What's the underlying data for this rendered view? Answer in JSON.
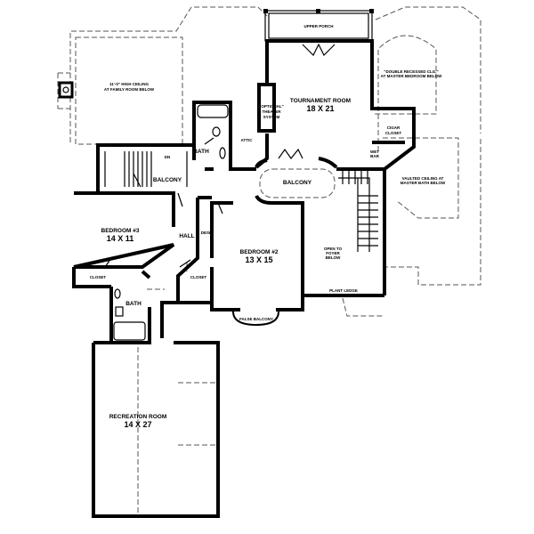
{
  "plan": {
    "upper_porch": "UPPER PORCH",
    "family_ceiling": [
      "11'-0\" HIGH CEILING",
      "AT FAMILY ROOM BELOW"
    ],
    "tournament_room": {
      "name": "TOURNAMENT ROOM",
      "size": "18 X 21"
    },
    "theater": [
      "\"OPTIONAL\"",
      "THEATER",
      "SYSTEM"
    ],
    "master_bedroom_clg": [
      "\"DOUBLE RECESSED CLG.\"",
      "AT MASTER BEDROOM BELOW"
    ],
    "cigar_closet": [
      "CIGAR",
      "CLOSET"
    ],
    "wet_bar": [
      "WET",
      "BAR"
    ],
    "attic": "ATTIC",
    "bath_upper": "BATH",
    "bath_lower": "BATH",
    "dn": "DN",
    "balcony_left": "BALCONY",
    "balcony_center": "BALCONY",
    "vaulted": [
      "VAULTED CEILING AT",
      "MASTER BATH BELOW"
    ],
    "bedroom3": {
      "name": "BEDROOM #3",
      "size": "14 X 11"
    },
    "hall": "HALL",
    "desk": "DESK",
    "bedroom2": {
      "name": "BEDROOM #2",
      "size": "13 X 15"
    },
    "open_foyer": [
      "OPEN TO",
      "FOYER",
      "BELOW"
    ],
    "closet_left": "CLOSET",
    "closet_right": "CLOSET",
    "plant_ledge": "PLANT LEDGE",
    "false_balcony": "FALSE BALCONY",
    "recreation_room": {
      "name": "RECREATION ROOM",
      "size": "14 X 27"
    }
  }
}
